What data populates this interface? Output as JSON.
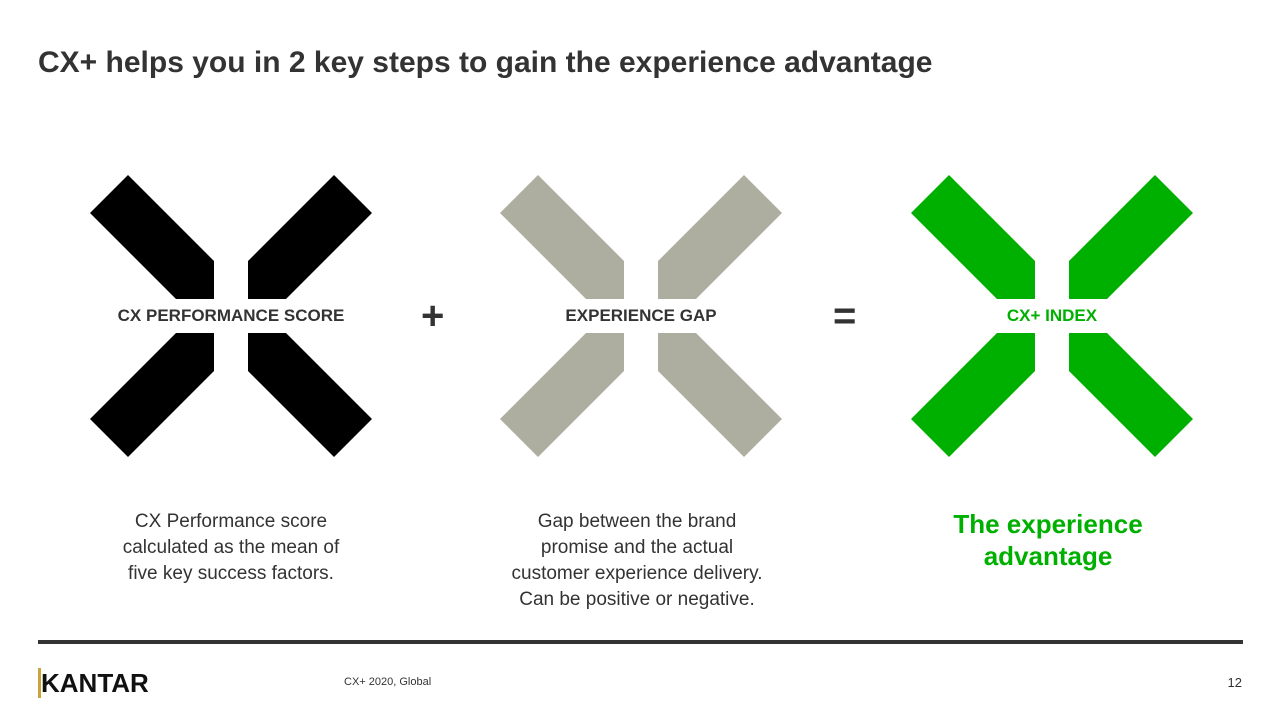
{
  "title": "CX+ helps you in 2 key steps to gain the experience advantage",
  "colors": {
    "black": "#000000",
    "gray": "#aeaea0",
    "green": "#00b000",
    "text": "#333333"
  },
  "steps": [
    {
      "label": "CX PERFORMANCE SCORE",
      "description": [
        "CX Performance score",
        "calculated as the mean of",
        "five key success factors."
      ]
    },
    {
      "label": "EXPERIENCE GAP",
      "description": [
        "Gap between the brand",
        "promise and the actual",
        "customer experience delivery.",
        "Can be positive or negative."
      ]
    },
    {
      "label": "CX+ INDEX",
      "description": [
        "The experience",
        "advantage"
      ]
    }
  ],
  "operators": {
    "plus": "+",
    "equals": "="
  },
  "footer": {
    "logo": "KANTAR",
    "source": "CX+ 2020, Global",
    "page": "12"
  }
}
